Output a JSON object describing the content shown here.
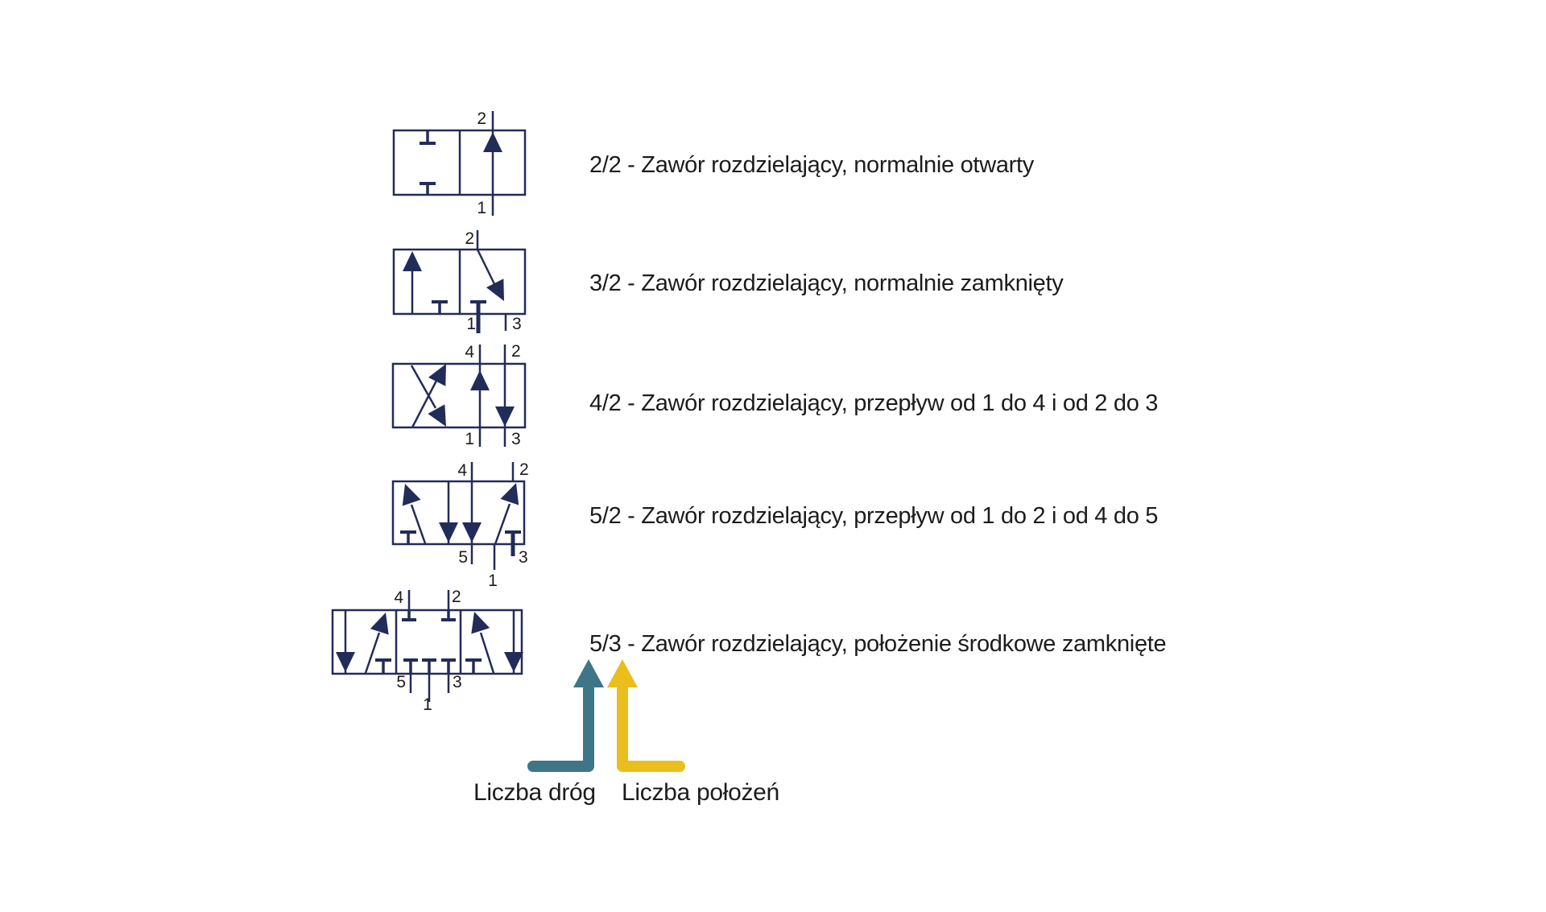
{
  "colors": {
    "background": "#ffffff",
    "symbol": "#222c58",
    "label": "#1c1c1c",
    "ways": "#3e7687",
    "positions": "#eabf1d"
  },
  "valves": [
    {
      "name": "2/2",
      "description": "2/2 - Zawór rozdzielający, normalnie otwarty",
      "ports": {
        "top": [
          "2"
        ],
        "bottom": [
          "1"
        ]
      }
    },
    {
      "name": "3/2",
      "description": "3/2 - Zawór rozdzielający, normalnie zamknięty",
      "ports": {
        "top": [
          "2"
        ],
        "bottom": [
          "1",
          "3"
        ]
      }
    },
    {
      "name": "4/2",
      "description": "4/2 - Zawór rozdzielający, przepływ od 1 do 4 i od 2 do 3",
      "ports": {
        "top": [
          "4",
          "2"
        ],
        "bottom": [
          "1",
          "3"
        ]
      }
    },
    {
      "name": "5/2",
      "description": "5/2 - Zawór rozdzielający, przepływ od 1 do 2 i od 4 do 5",
      "ports": {
        "top": [
          "4",
          "2"
        ],
        "bottom": [
          "5",
          "1",
          "3"
        ]
      }
    },
    {
      "name": "5/3",
      "description": "5/3 - Zawór rozdzielający, położenie środkowe zamknięte",
      "ports": {
        "top": [
          "4",
          "2"
        ],
        "bottom": [
          "5",
          "1",
          "3"
        ]
      }
    }
  ],
  "legend": {
    "ways_label": "Liczba dróg",
    "positions_label": "Liczba położeń"
  }
}
